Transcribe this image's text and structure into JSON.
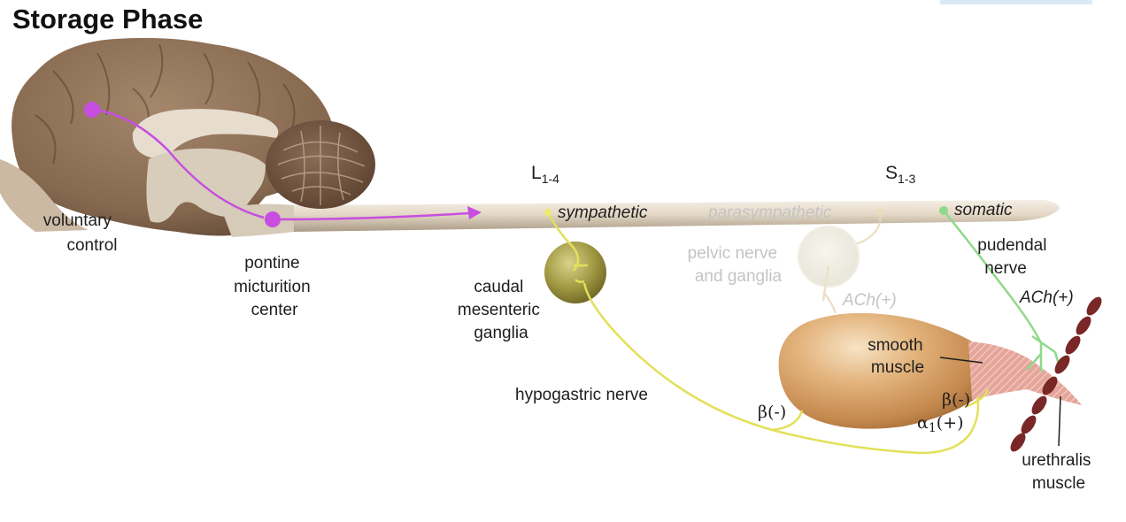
{
  "title": "Storage Phase",
  "spinal_levels": {
    "lumbar": "L",
    "lumbar_sub": "1-4",
    "sacral": "S",
    "sacral_sub": "1-3"
  },
  "labels": {
    "voluntary_control": [
      "voluntary",
      "control"
    ],
    "pontine_center": [
      "pontine",
      "micturition",
      "center"
    ],
    "sympathetic": "sympathetic",
    "parasympathetic": "parasympathetic",
    "somatic": "somatic",
    "caudal_ganglia": [
      "caudal",
      "mesenteric",
      "ganglia"
    ],
    "pelvic_nerve": [
      "pelvic nerve",
      "and ganglia"
    ],
    "pudendal_nerve": [
      "pudendal",
      "nerve"
    ],
    "hypogastric_nerve": "hypogastric nerve",
    "smooth_muscle": [
      "smooth",
      "muscle"
    ],
    "urethralis_muscle": [
      "urethralis",
      "muscle"
    ],
    "ach_pelvic": "ACh(+)",
    "ach_pudendal": "ACh(+)",
    "beta_left": "β(-)",
    "beta_right": "β(-)",
    "alpha_symbol": "α",
    "alpha_sub": "1",
    "alpha_sign": "(+)"
  },
  "colors": {
    "voluntary_pathway": "#c74ee0",
    "sympathetic_pathway": "#e3e05a",
    "somatic_pathway": "#8fd98a",
    "parasympathetic_pathway": "#e8d7b6",
    "spinal_cord": "#e4d8c6",
    "bladder": "#cc9a5e",
    "urethralis": "#7a2727",
    "brain": "#8d6e54"
  }
}
